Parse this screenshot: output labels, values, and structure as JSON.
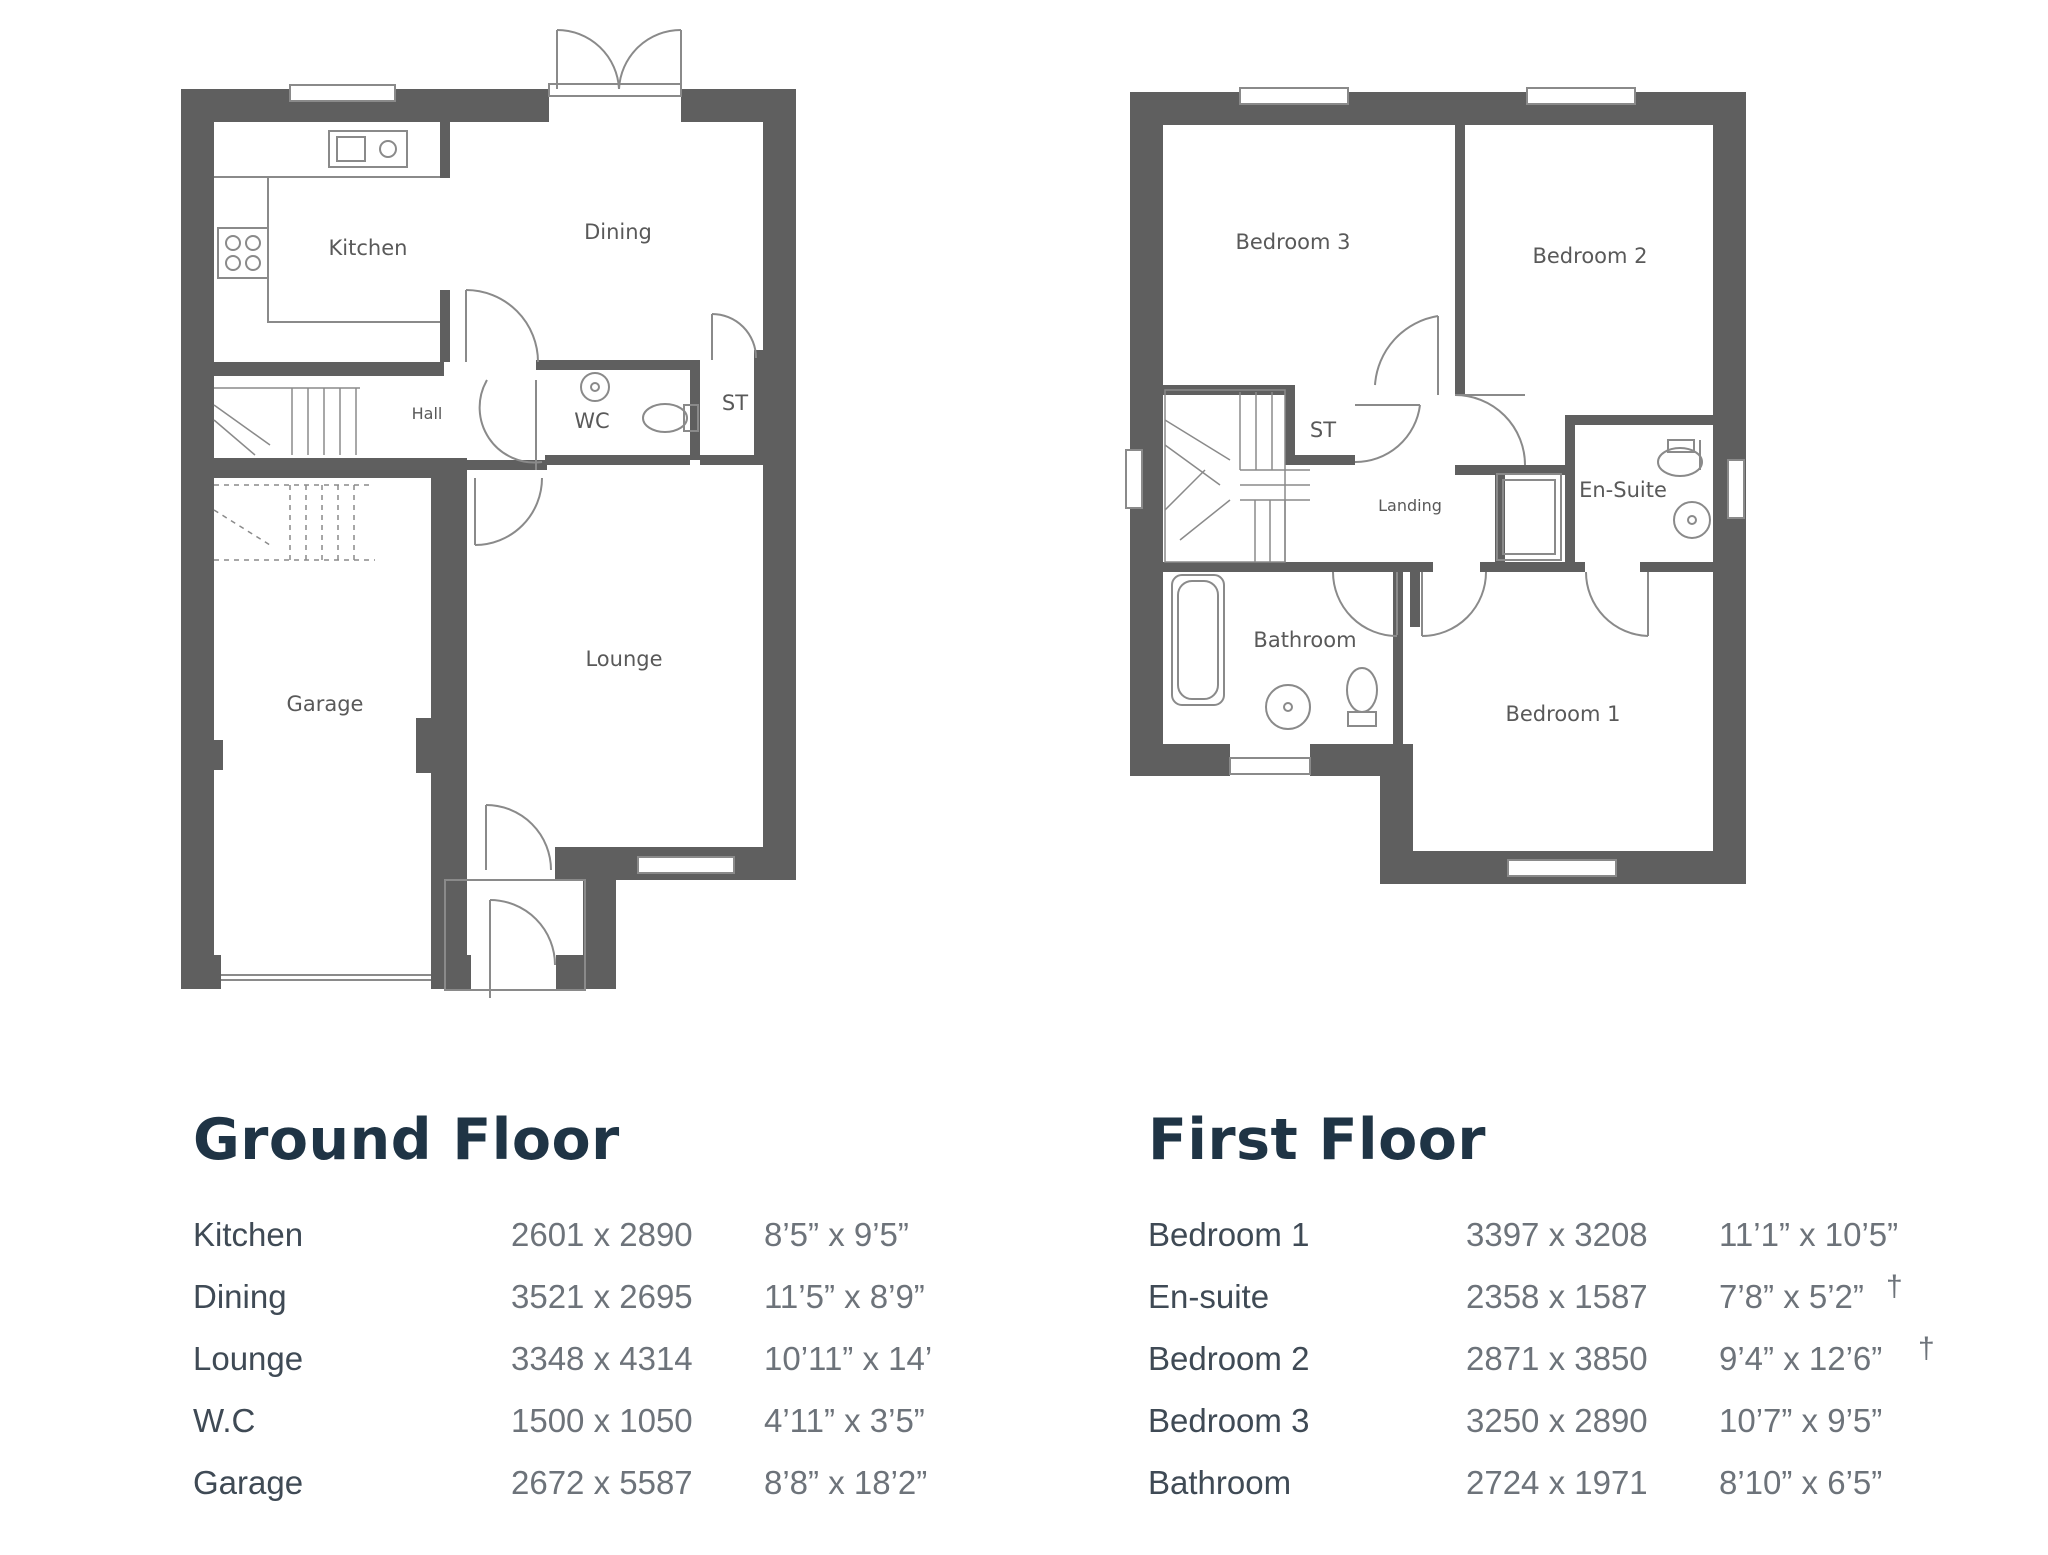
{
  "colors": {
    "wall": "#5f5f5f",
    "line": "#8a8a8a",
    "title": "#1f3445",
    "text": "#3f4a55"
  },
  "ground_floor": {
    "title": "Ground Floor",
    "room_labels": {
      "kitchen": "Kitchen",
      "dining": "Dining",
      "hall": "Hall",
      "wc": "WC",
      "st": "ST",
      "lounge": "Lounge",
      "garage": "Garage"
    },
    "schedule": [
      {
        "room": "Kitchen",
        "metric": "2601 x 2890",
        "imperial": "8’5” x 9’5”",
        "note": ""
      },
      {
        "room": "Dining",
        "metric": "3521 x 2695",
        "imperial": "11’5” x 8’9”",
        "note": ""
      },
      {
        "room": "Lounge",
        "metric": "3348 x 4314",
        "imperial": "10’11” x 14’",
        "note": ""
      },
      {
        "room": "W.C",
        "metric": "1500 x 1050",
        "imperial": "4’11” x 3’5”",
        "note": ""
      },
      {
        "room": "Garage",
        "metric": "2672 x 5587",
        "imperial": "8’8” x 18’2”",
        "note": ""
      }
    ]
  },
  "first_floor": {
    "title": "First Floor",
    "room_labels": {
      "bedroom3": "Bedroom 3",
      "bedroom2": "Bedroom 2",
      "st": "ST",
      "landing": "Landing",
      "ensuite": "En-Suite",
      "bathroom": "Bathroom",
      "bedroom1": "Bedroom 1"
    },
    "schedule": [
      {
        "room": "Bedroom 1",
        "metric": "3397 x 3208",
        "imperial": "11’1” x 10’5”",
        "note": ""
      },
      {
        "room": "En-suite",
        "metric": "2358 x 1587",
        "imperial": "7’8” x 5’2”",
        "note": "†"
      },
      {
        "room": "Bedroom 2",
        "metric": "2871 x 3850",
        "imperial": "9’4” x 12’6”",
        "note": "†"
      },
      {
        "room": "Bedroom 3",
        "metric": "3250 x 2890",
        "imperial": "10’7” x 9’5”",
        "note": ""
      },
      {
        "room": "Bathroom",
        "metric": "2724 x 1971",
        "imperial": "8’10” x 6’5”",
        "note": ""
      }
    ]
  }
}
